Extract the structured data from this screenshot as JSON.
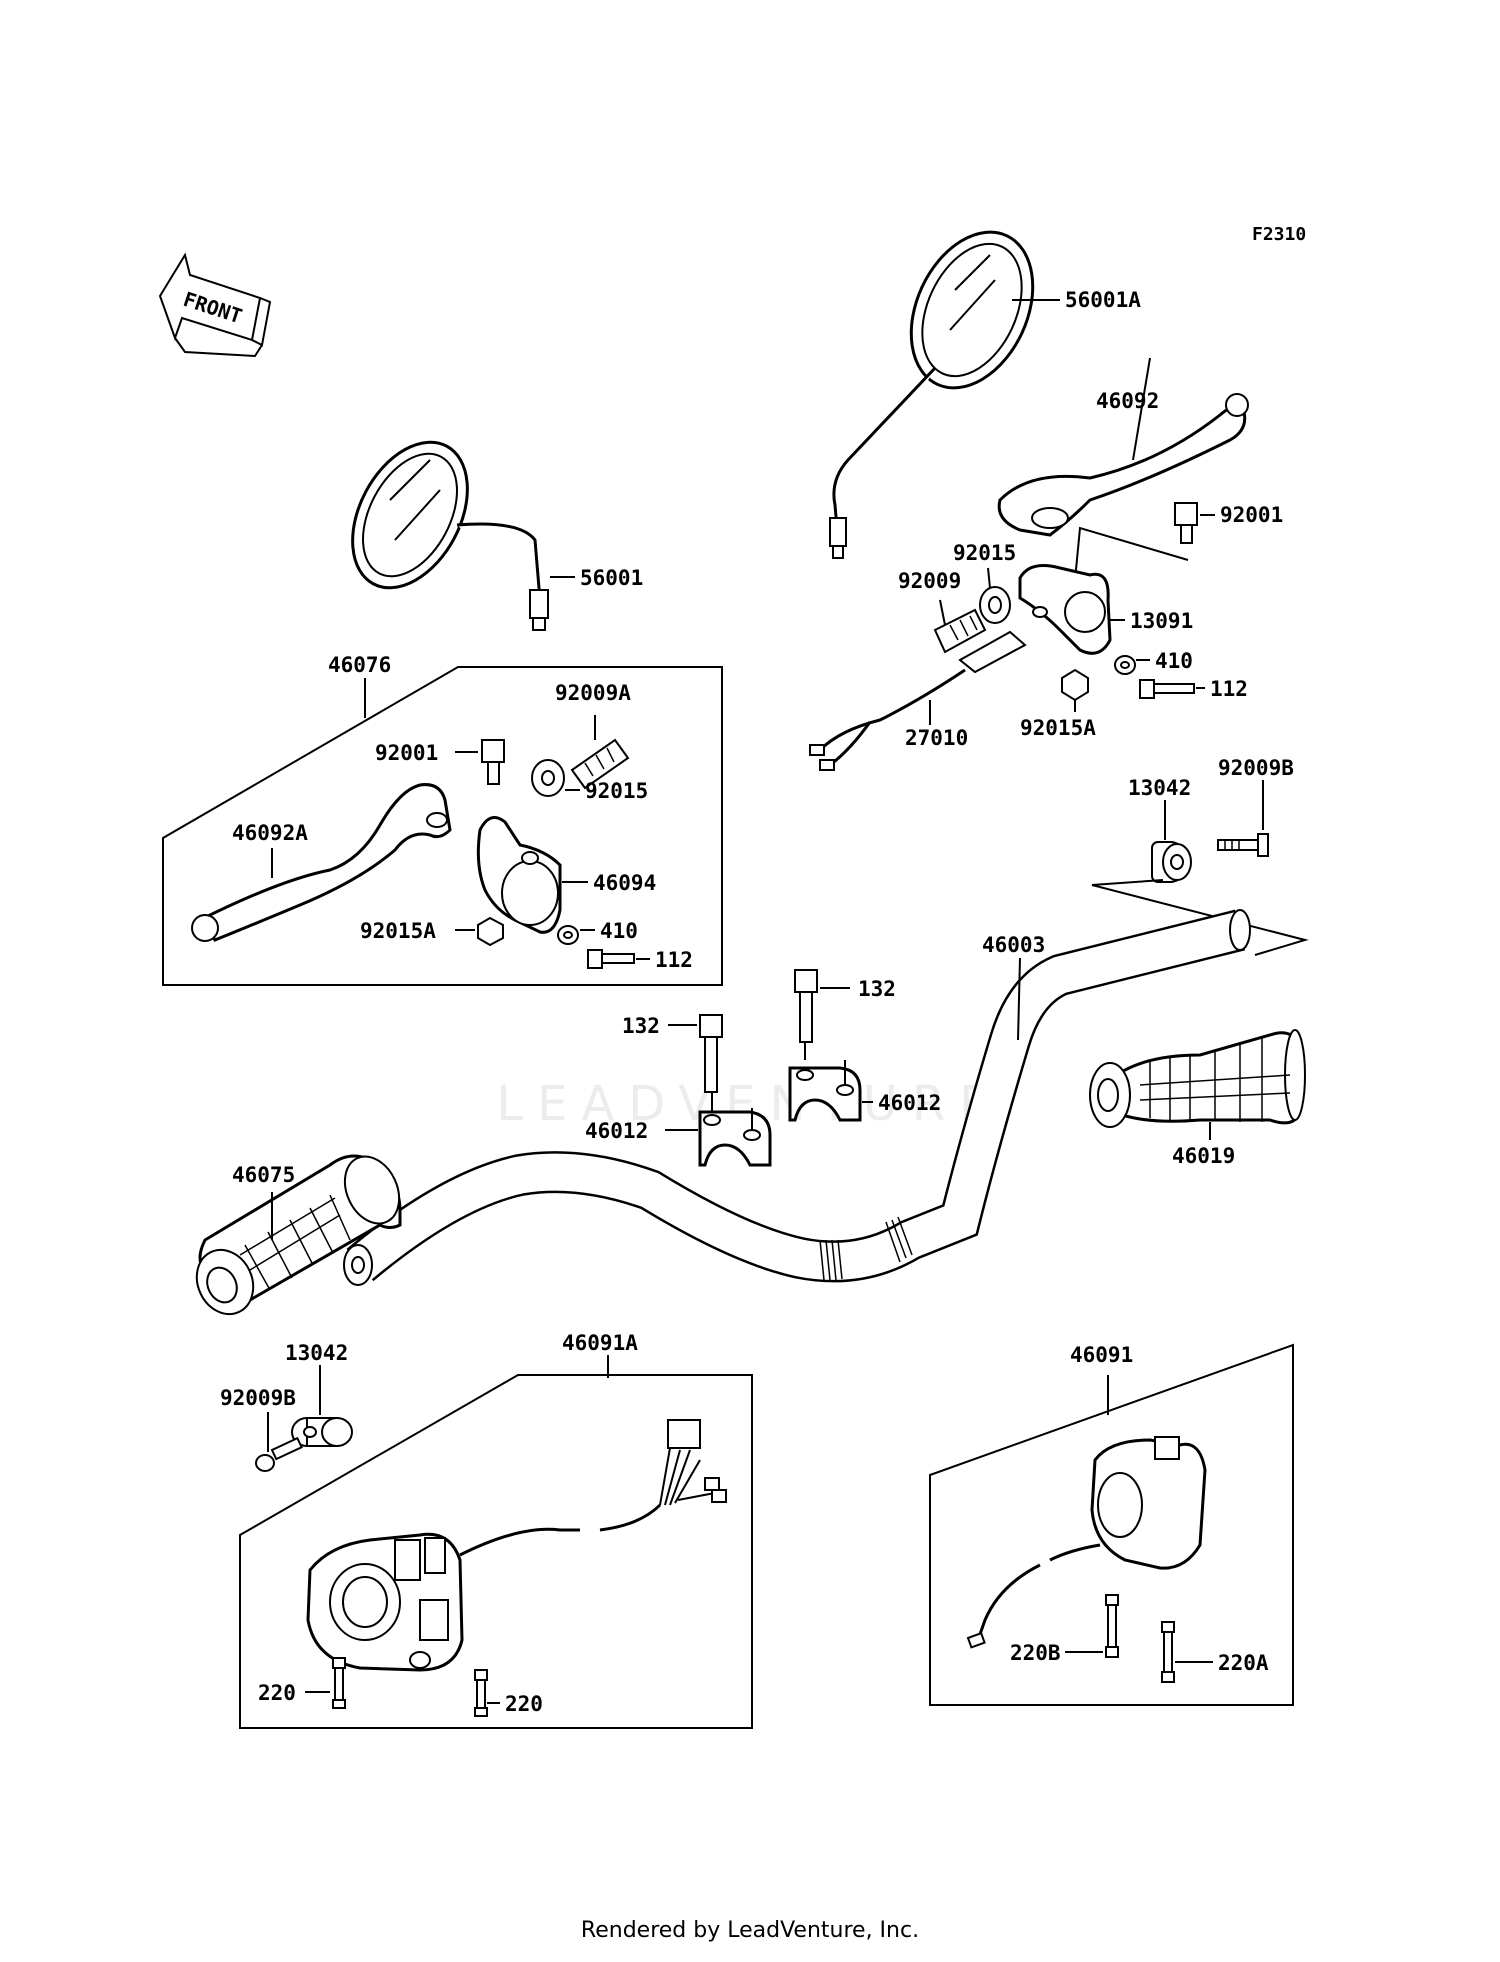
{
  "diagram_code": "F2310",
  "front_label": "FRONT",
  "watermark": "LEADVENTURE",
  "footer": "Rendered by LeadVenture, Inc.",
  "labels": {
    "p56001A": "56001A",
    "p46092": "46092",
    "p92001_r": "92001",
    "p92015_r": "92015",
    "p92009_r": "92009",
    "p13091": "13091",
    "p410_r": "410",
    "p112_r": "112",
    "p27010": "27010",
    "p92015A_r": "92015A",
    "p56001": "56001",
    "p46076": "46076",
    "p92009A": "92009A",
    "p92001_l": "92001",
    "p92015_l": "92015",
    "p46092A": "46092A",
    "p46094": "46094",
    "p92015A_l": "92015A",
    "p410_l": "410",
    "p112_l": "112",
    "p13042_r": "13042",
    "p92009B_r": "92009B",
    "p46003": "46003",
    "p132_r": "132",
    "p132_l": "132",
    "p46012_r": "46012",
    "p46012_l": "46012",
    "p46019": "46019",
    "p46075": "46075",
    "p13042_l": "13042",
    "p92009B_l": "92009B",
    "p46091A": "46091A",
    "p220_a": "220",
    "p220_b": "220",
    "p46091": "46091",
    "p220B": "220B",
    "p220A": "220A"
  }
}
